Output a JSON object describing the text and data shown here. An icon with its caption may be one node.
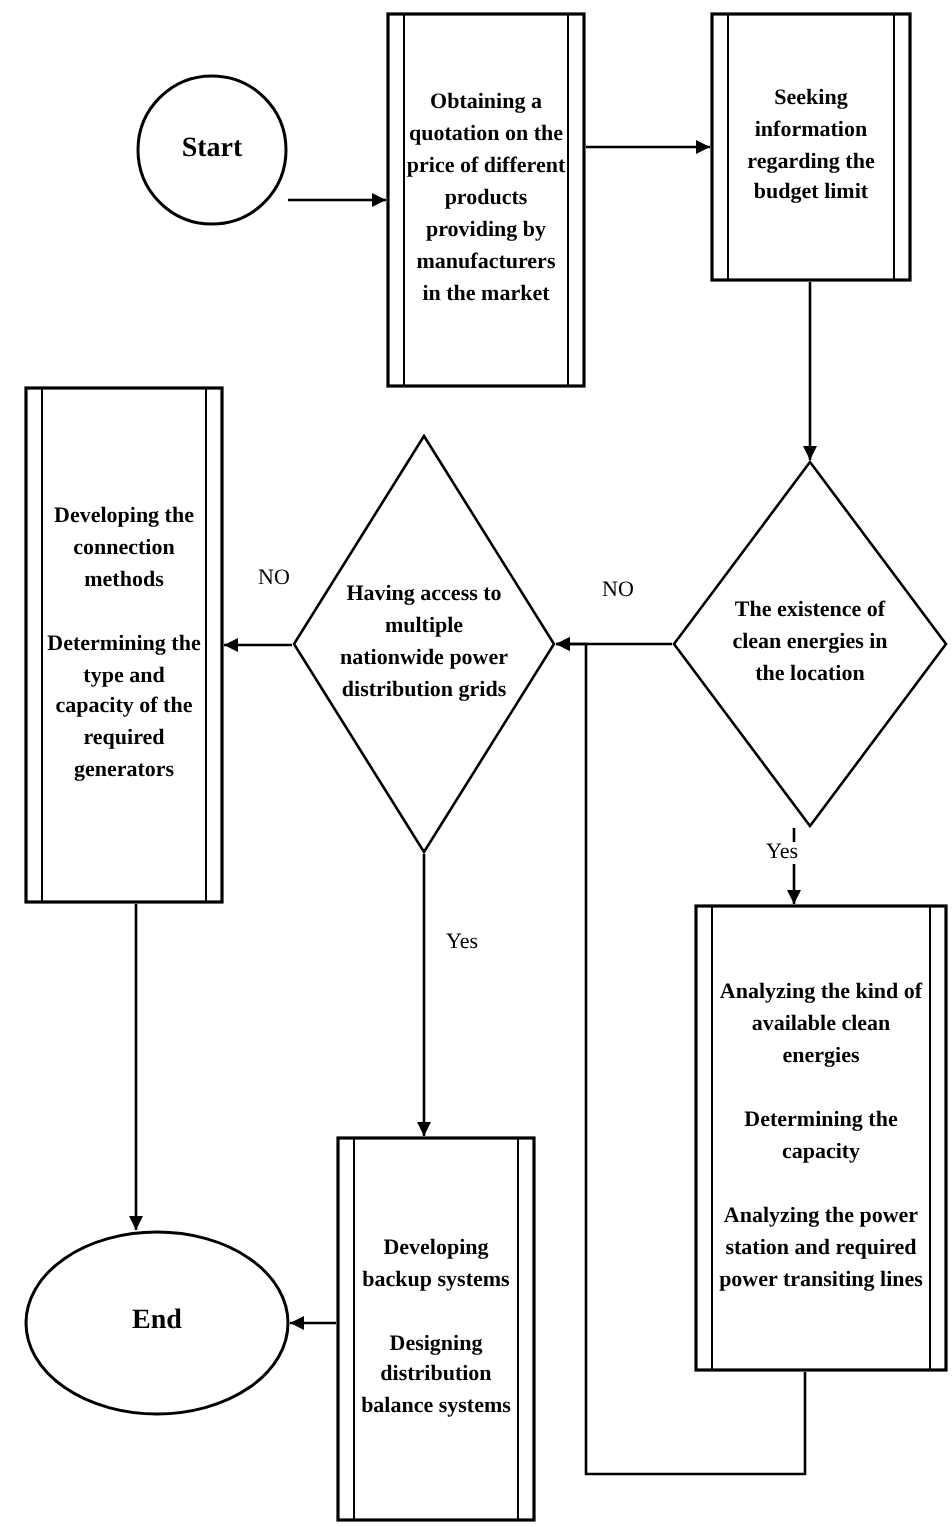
{
  "diagram": {
    "nodes": [
      {
        "text": [
          "Start"
        ]
      },
      {
        "text": [
          "Obtaining a quotation on the price of different products providing by manufacturers in the market"
        ]
      },
      {
        "text": [
          "Seeking information regarding the budget limit"
        ]
      },
      {
        "text": [
          "The existence of clean energies in the location"
        ]
      },
      {
        "text": [
          "Having access to multiple nationwide power distribution grids"
        ]
      },
      {
        "text": [
          "Developing the connection methods",
          "Determining the type and capacity of the required generators"
        ]
      },
      {
        "text": [
          "Analyzing the kind of available clean energies",
          "Determining the capacity",
          "Analyzing the power station and required power transiting lines"
        ]
      },
      {
        "text": [
          "Developing backup systems",
          "Designing distribution balance systems"
        ]
      },
      {
        "text": [
          "End"
        ]
      }
    ],
    "edges": [
      {
        "from": 0,
        "to": 1,
        "arrow": "to"
      },
      {
        "from": 1,
        "to": 2,
        "arrow": "to"
      },
      {
        "from": 2,
        "to": 3,
        "arrow": "to"
      },
      {
        "from": 3,
        "to": 4,
        "arrow": "to",
        "label": "NO"
      },
      {
        "from": 4,
        "to": 5,
        "arrow": "to",
        "label": "NO"
      },
      {
        "from": 3,
        "to": 6,
        "arrow": "to",
        "label": "Yes"
      },
      {
        "from": 4,
        "to": 7,
        "arrow": "to",
        "label": "Yes"
      },
      {
        "from": 5,
        "to": 8,
        "arrow": "to"
      },
      {
        "from": 7,
        "to": 8,
        "arrow": "to"
      },
      {
        "from": 6,
        "to": 4,
        "arrow": "to"
      }
    ]
  }
}
